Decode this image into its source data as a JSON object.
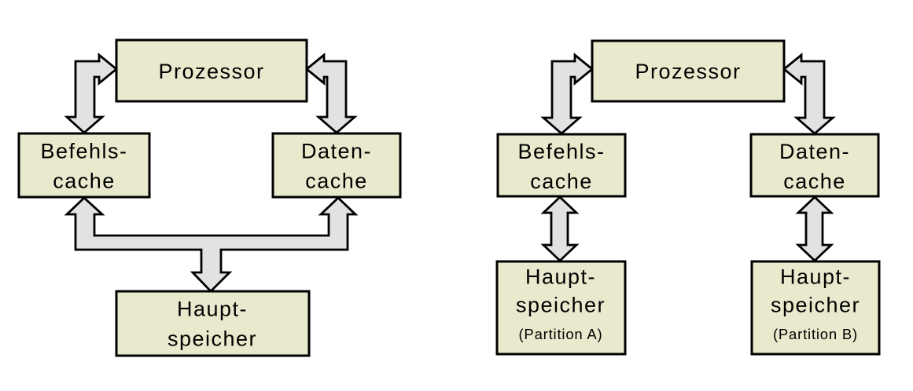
{
  "colors": {
    "page_background": "#ffffff",
    "box_fill": "#e9e9cd",
    "box_border": "#000000",
    "arrow_fill": "#e2e2e2",
    "arrow_border": "#000000",
    "text_color": "#000000"
  },
  "diagrams": {
    "left": {
      "processor_label": "Prozessor",
      "instruction_cache_lines": [
        "Befehls-",
        "cache"
      ],
      "data_cache_lines": [
        "Daten-",
        "cache"
      ],
      "main_memory_lines": [
        "Haupt-",
        "speicher"
      ]
    },
    "right": {
      "processor_label": "Prozessor",
      "instruction_cache_lines": [
        "Befehls-",
        "cache"
      ],
      "data_cache_lines": [
        "Daten-",
        "cache"
      ],
      "main_memory_a_lines": [
        "Haupt-",
        "speicher"
      ],
      "main_memory_a_sublabel": "(Partition A)",
      "main_memory_b_lines": [
        "Haupt-",
        "speicher"
      ],
      "main_memory_b_sublabel": "(Partition B)"
    }
  }
}
